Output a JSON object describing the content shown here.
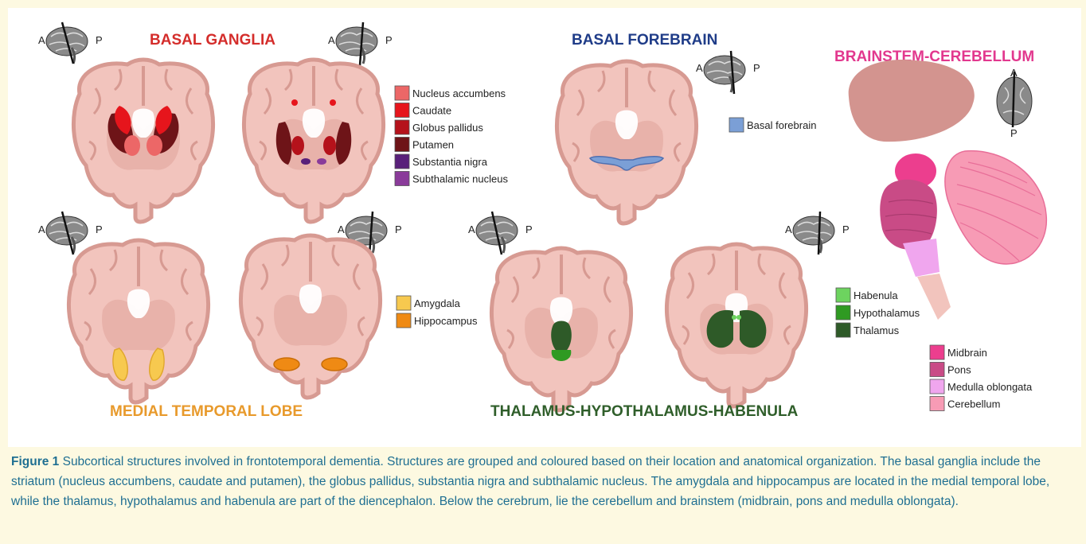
{
  "sections": {
    "basal_ganglia": {
      "title": "BASAL GANGLIA",
      "color": "#d42d2b"
    },
    "basal_forebrain": {
      "title": "BASAL FOREBRAIN",
      "color": "#1f3c88"
    },
    "brainstem_cerebellum": {
      "title": "BRAINSTEM-CEREBELLUM",
      "color": "#e2388e"
    },
    "medial_temporal_lobe": {
      "title": "MEDIAL TEMPORAL LOBE",
      "color": "#e89a2c"
    },
    "thalamus": {
      "title": "THALAMUS-HYPOTHALAMUS-HABENULA",
      "color": "#2f5e2a"
    }
  },
  "orientation": {
    "anterior": "A",
    "posterior": "P"
  },
  "legends": {
    "basal_ganglia": [
      {
        "label": "Nucleus accumbens",
        "color": "#ec6767"
      },
      {
        "label": "Caudate",
        "color": "#e6151c"
      },
      {
        "label": "Globus pallidus",
        "color": "#b5121b"
      },
      {
        "label": "Putamen",
        "color": "#6e1418"
      },
      {
        "label": "Substantia nigra",
        "color": "#59207a"
      },
      {
        "label": "Subthalamic nucleus",
        "color": "#8a3b9a"
      }
    ],
    "basal_forebrain": [
      {
        "label": "Basal forebrain",
        "color": "#7b9fd6"
      }
    ],
    "medial_temporal_lobe": [
      {
        "label": "Amygdala",
        "color": "#f7c94f"
      },
      {
        "label": "Hippocampus",
        "color": "#ef8a14"
      }
    ],
    "thalamus": [
      {
        "label": "Habenula",
        "color": "#6dd35f"
      },
      {
        "label": "Hypothalamus",
        "color": "#2f9a22"
      },
      {
        "label": "Thalamus",
        "color": "#2e5a28"
      }
    ],
    "brainstem_cerebellum": [
      {
        "label": "Midbrain",
        "color": "#ec3e8e"
      },
      {
        "label": "Pons",
        "color": "#c94b86"
      },
      {
        "label": "Medulla oblongata",
        "color": "#f0a6ee"
      },
      {
        "label": "Cerebellum",
        "color": "#f79bb5"
      }
    ]
  },
  "caption": {
    "label": "Figure 1",
    "text": " Subcortical structures involved in frontotemporal dementia. Structures are grouped and coloured based on their location and anatomical organization. The basal ganglia include the striatum (nucleus accumbens, caudate and putamen), the globus pallidus, substantia nigra and subthalamic nucleus. The amygdala and hippocampus are located in the medial temporal lobe, while the thalamus, hypothalamus and habenula are part of the diencephalon. Below the cerebrum, lie the cerebellum and brainstem (midbrain, pons and medulla oblongata)."
  }
}
